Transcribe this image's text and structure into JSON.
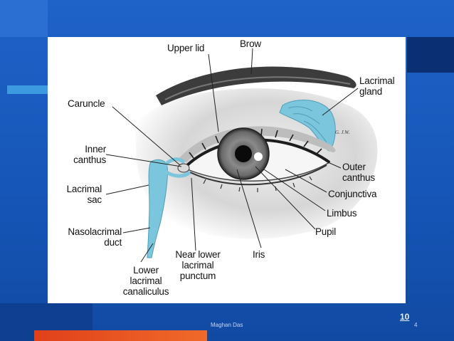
{
  "diagram": {
    "labels": {
      "upper_lid": "Upper lid",
      "brow": "Brow",
      "lacrimal_gland": [
        "Lacrimal",
        "gland"
      ],
      "caruncle": "Caruncle",
      "inner_canthus": [
        "Inner",
        "canthus"
      ],
      "lacrimal_sac": [
        "Lacrimal",
        "sac"
      ],
      "nasolacrimal_duct": [
        "Nasolacrimal",
        "duct"
      ],
      "lower_lacrimal_canaliculus": [
        "Lower",
        "lacrimal",
        "canaliculus"
      ],
      "near_lower_lacrimal_punctum": [
        "Near lower",
        "lacrimal",
        "punctum"
      ],
      "iris": "Iris",
      "pupil": "Pupil",
      "limbus": "Limbus",
      "conjunctiva": "Conjunctiva",
      "outer_canthus": [
        "Outer",
        "canthus"
      ],
      "signature": "G. J.W."
    },
    "colors": {
      "lacrimal_system": "#7cc6dd",
      "background": "#1f62c8"
    }
  },
  "footer": {
    "slide_number": "10",
    "author": "Maghan Das",
    "page_number": "4"
  }
}
